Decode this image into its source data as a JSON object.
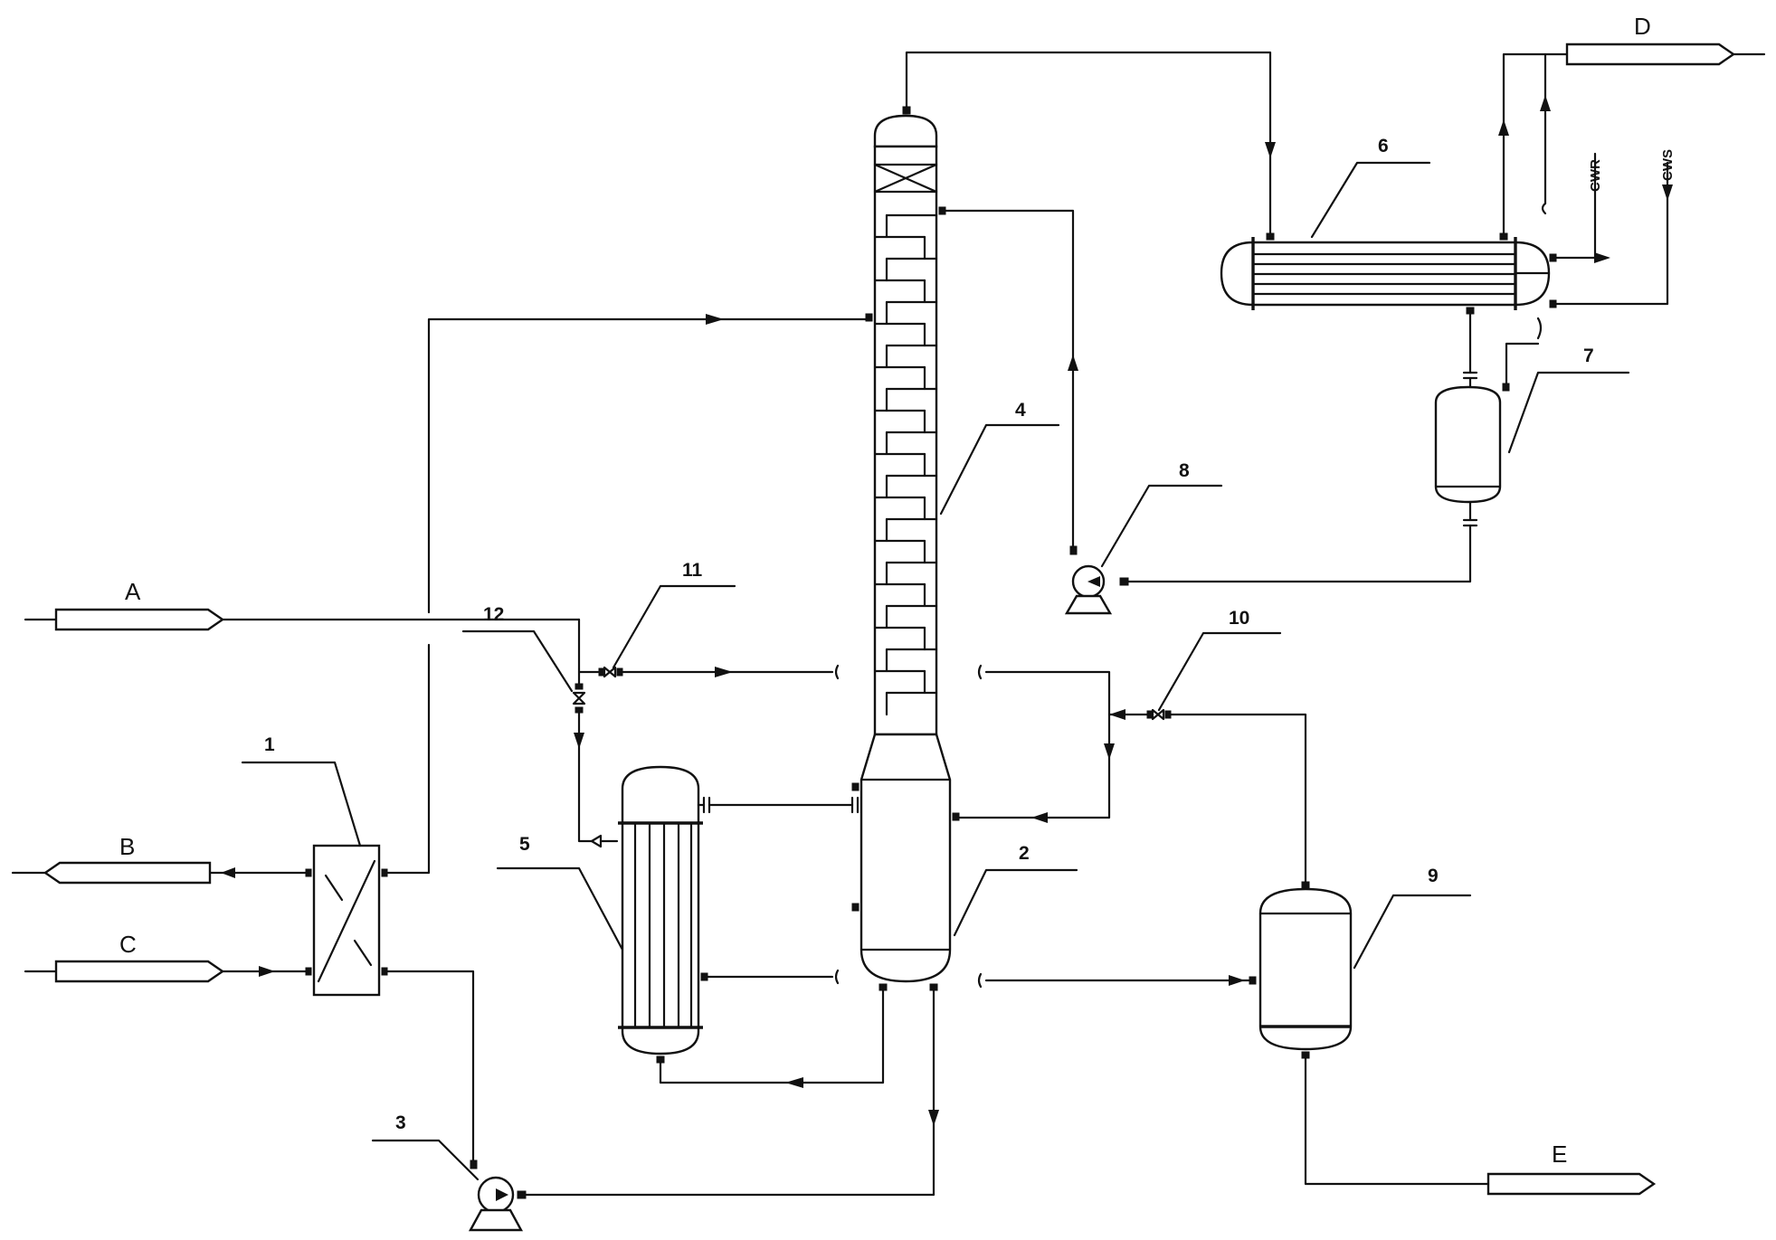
{
  "streams": {
    "A": "A",
    "B": "B",
    "C": "C",
    "D": "D",
    "E": "E"
  },
  "utilities": {
    "cwr": "CWR",
    "cws": "CWS"
  },
  "equipment": [
    "1",
    "2",
    "3",
    "4",
    "5",
    "6",
    "7",
    "8",
    "9",
    "10",
    "11",
    "12"
  ]
}
